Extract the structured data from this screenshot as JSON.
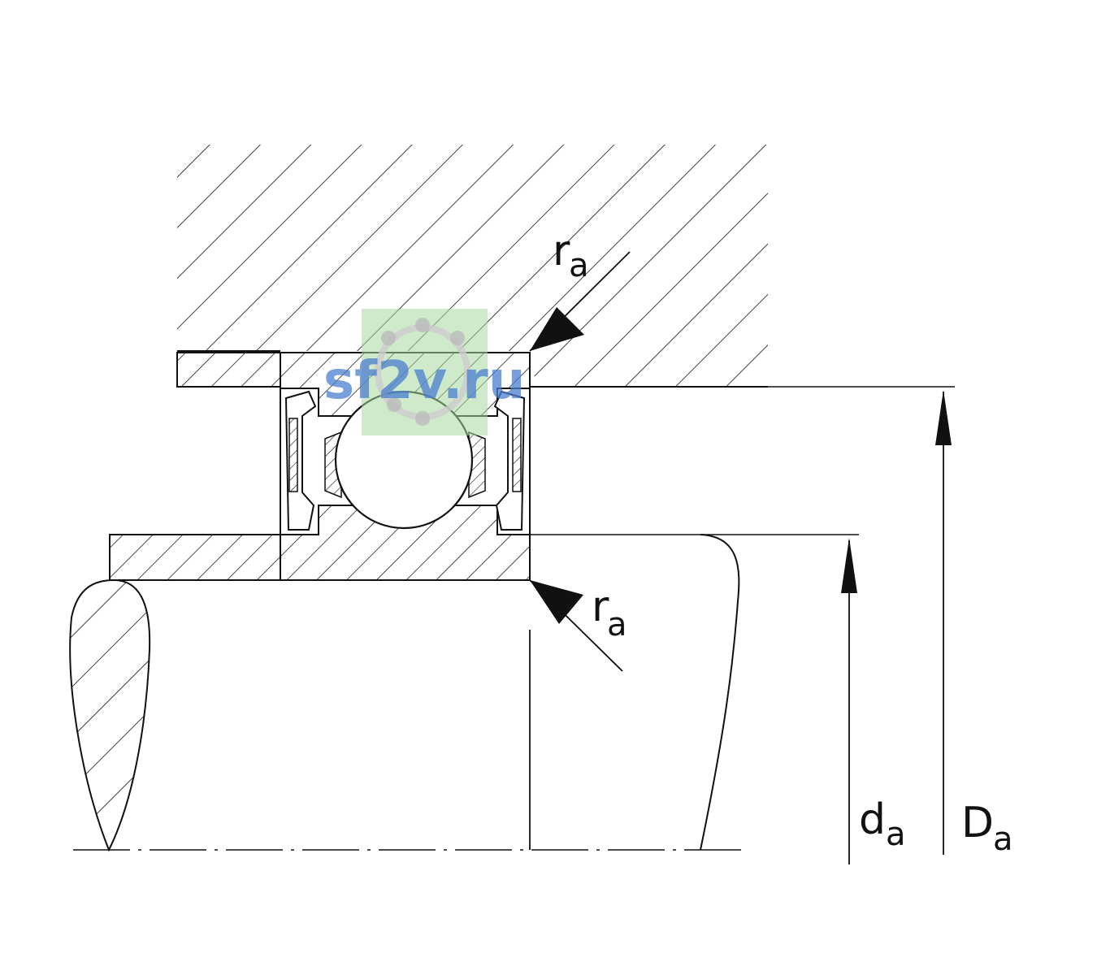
{
  "diagram": {
    "labels": {
      "ra_top": {
        "main": "r",
        "sub": "a"
      },
      "ra_bottom": {
        "main": "r",
        "sub": "a"
      },
      "da": {
        "main": "d",
        "sub": "a"
      },
      "Da": {
        "main": "D",
        "sub": "a"
      }
    },
    "watermark": {
      "text": "sf2v.ru"
    }
  },
  "colors": {
    "line": "#111111",
    "watermark_box": "#a8d8a0",
    "watermark_text": "#4a7fd0",
    "background": "#ffffff"
  }
}
